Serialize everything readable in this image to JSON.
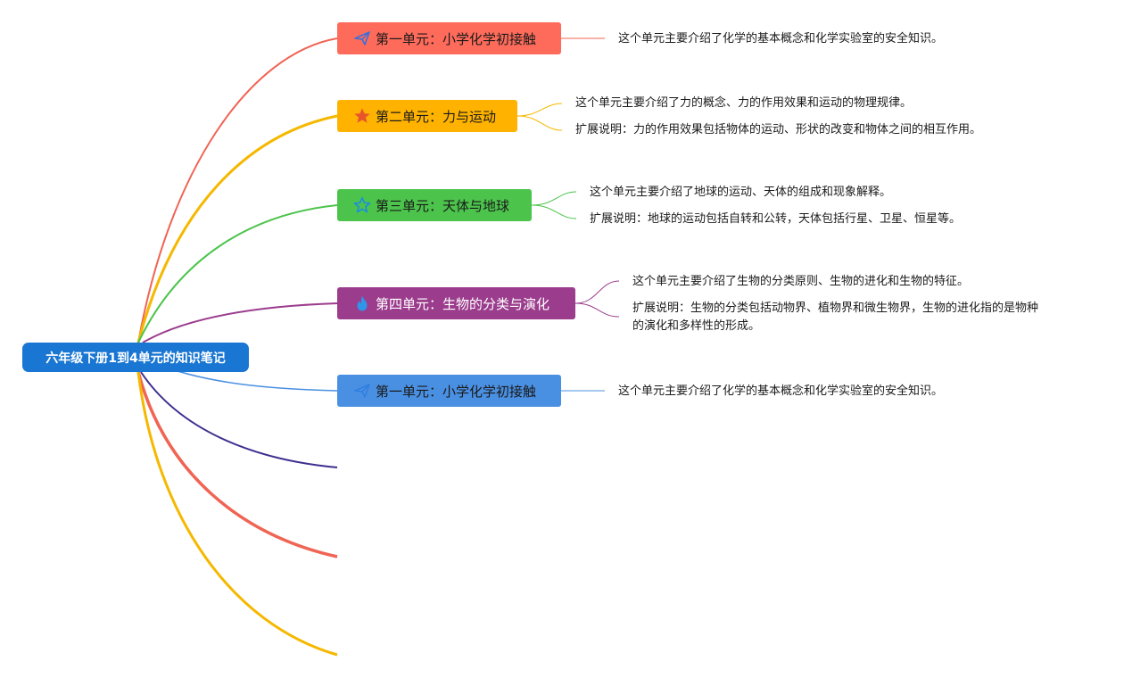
{
  "root": {
    "title": "六年级下册1到4单元的知识笔记"
  },
  "branches": [
    {
      "title": "第一单元：小学化学初接触",
      "icon": "paper-plane-icon",
      "color": "#ff6b5b",
      "notes": [
        "这个单元主要介绍了化学的基本概念和化学实验室的安全知识。"
      ]
    },
    {
      "title": "第二单元：力与运动",
      "icon": "star-filled-icon",
      "color": "#ffb300",
      "notes": [
        "这个单元主要介绍了力的概念、力的作用效果和运动的物理规律。",
        "扩展说明：力的作用效果包括物体的运动、形状的改变和物体之间的相互作用。"
      ]
    },
    {
      "title": "第三单元：天体与地球",
      "icon": "star-outline-icon",
      "color": "#4cc44c",
      "notes": [
        "这个单元主要介绍了地球的运动、天体的组成和现象解释。",
        "扩展说明：地球的运动包括自转和公转，天体包括行星、卫星、恒星等。"
      ]
    },
    {
      "title": "第四单元：生物的分类与演化",
      "icon": "flame-icon",
      "color": "#9b3c8d",
      "notes": [
        "这个单元主要介绍了生物的分类原则、生物的进化和生物的特征。",
        "扩展说明：生物的分类包括动物界、植物界和微生物界，生物的进化指的是物种",
        "的演化和多样性的形成。"
      ]
    },
    {
      "title": "第一单元：小学化学初接触",
      "icon": "paper-plane-icon",
      "color": "#4a90e2",
      "notes": [
        "这个单元主要介绍了化学的基本概念和化学实验室的安全知识。"
      ]
    }
  ],
  "empty_branch_colors": [
    "#3d2e8f",
    "#f06454",
    "#f5b800"
  ]
}
